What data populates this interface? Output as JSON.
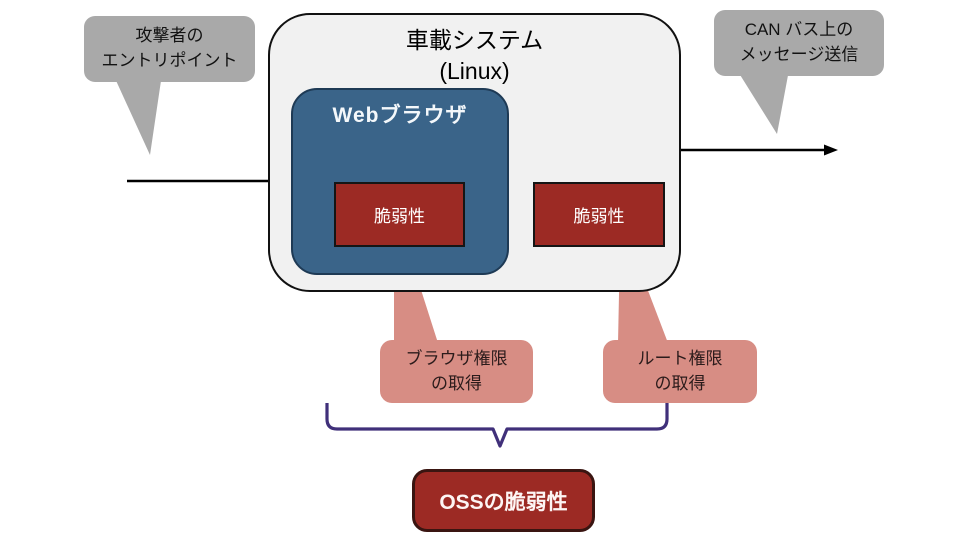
{
  "colors": {
    "bubble_gray": "#a9a9a9",
    "system_fill": "#f1f1f1",
    "system_border": "#111111",
    "browser_blue": "#3a6489",
    "browser_border": "#1e3a55",
    "vuln_red": "#9c2a24",
    "vuln_border": "#151515",
    "callout_pink": "#d78d84",
    "callout_text": "#2b1b1b",
    "brace_purple": "#40307a",
    "oss_border": "#3a1511",
    "arrow_black": "#000000"
  },
  "bubbles": {
    "attacker": {
      "lines": [
        "攻撃者の",
        "エントリポイント"
      ]
    },
    "can": {
      "lines": [
        "CAN バス上の",
        "メッセージ送信"
      ]
    }
  },
  "system_box": {
    "title_line1": "車載システム",
    "title_line2": "(Linux)"
  },
  "browser_box": {
    "label": "Webブラウザ",
    "vulnerability_label": "脆弱性"
  },
  "system_vulnerability": {
    "label": "脆弱性"
  },
  "callouts": {
    "browser_priv": {
      "lines": [
        "ブラウザ権限",
        "の取得"
      ]
    },
    "root_priv": {
      "lines": [
        "ルート権限",
        "の取得"
      ]
    }
  },
  "oss_box": {
    "label": "OSSの脆弱性"
  }
}
